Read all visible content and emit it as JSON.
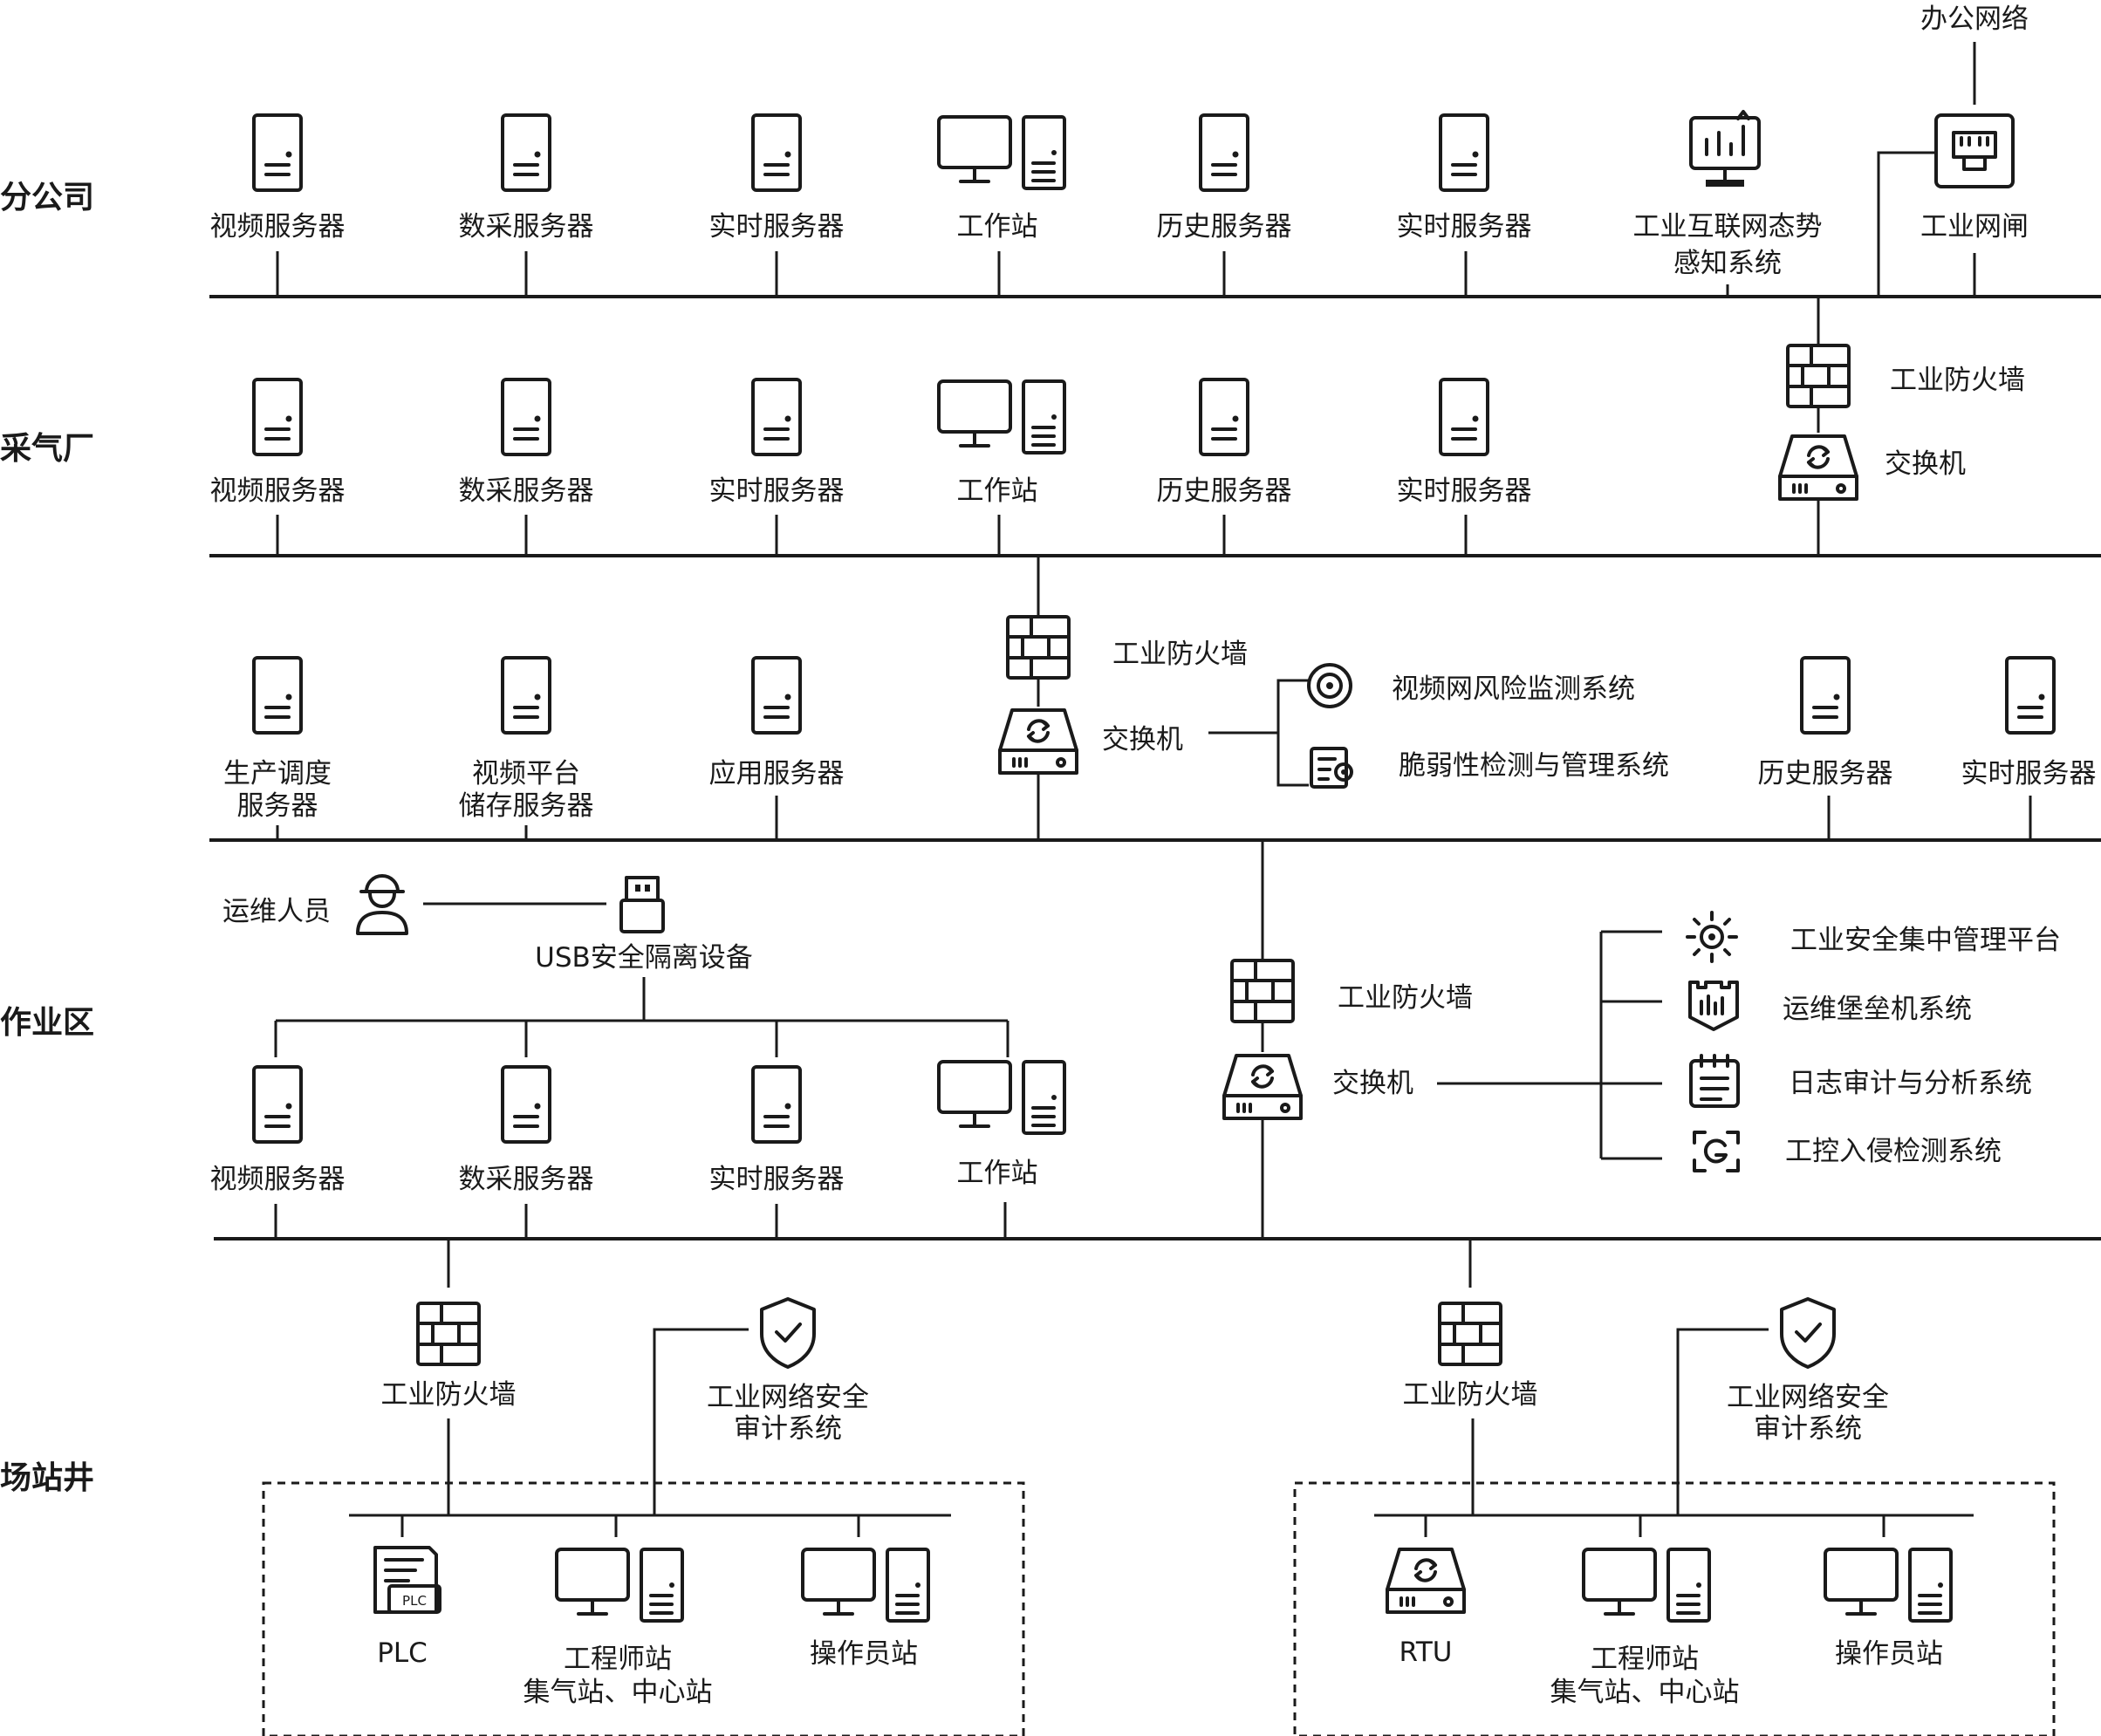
{
  "zones": {
    "branch": "分公司",
    "plant": "采气厂",
    "work": "作业区",
    "site": "场站井"
  },
  "top": {
    "office_network": "办公网络",
    "industrial_gateway": "工业网闸",
    "situation_l1": "工业互联网态势",
    "situation_l2": "感知系统"
  },
  "labels": {
    "video_server": "视频服务器",
    "data_server": "数采服务器",
    "realtime_server": "实时服务器",
    "workstation": "工作站",
    "history_server": "历史服务器",
    "firewall": "工业防火墙",
    "switch": "交换机",
    "app_server": "应用服务器",
    "scheduling_l1": "生产调度",
    "scheduling_l2": "服务器",
    "video_storage_l1": "视频平台",
    "video_storage_l2": "储存服务器",
    "video_risk": "视频网风险监测系统",
    "vuln_mgmt": "脆弱性检测与管理系统",
    "ops_person": "运维人员",
    "usb_device": "USB安全隔离设备",
    "security_platform": "工业安全集中管理平台",
    "bastion": "运维堡垒机系统",
    "log_audit": "日志审计与分析系统",
    "ids": "工控入侵检测系统",
    "audit_l1": "工业网络安全",
    "audit_l2": "审计系统",
    "plc": "PLC",
    "rtu": "RTU",
    "engineer_l1": "工程师站",
    "engineer_l2": "集气站、中心站",
    "operator": "操作员站"
  }
}
